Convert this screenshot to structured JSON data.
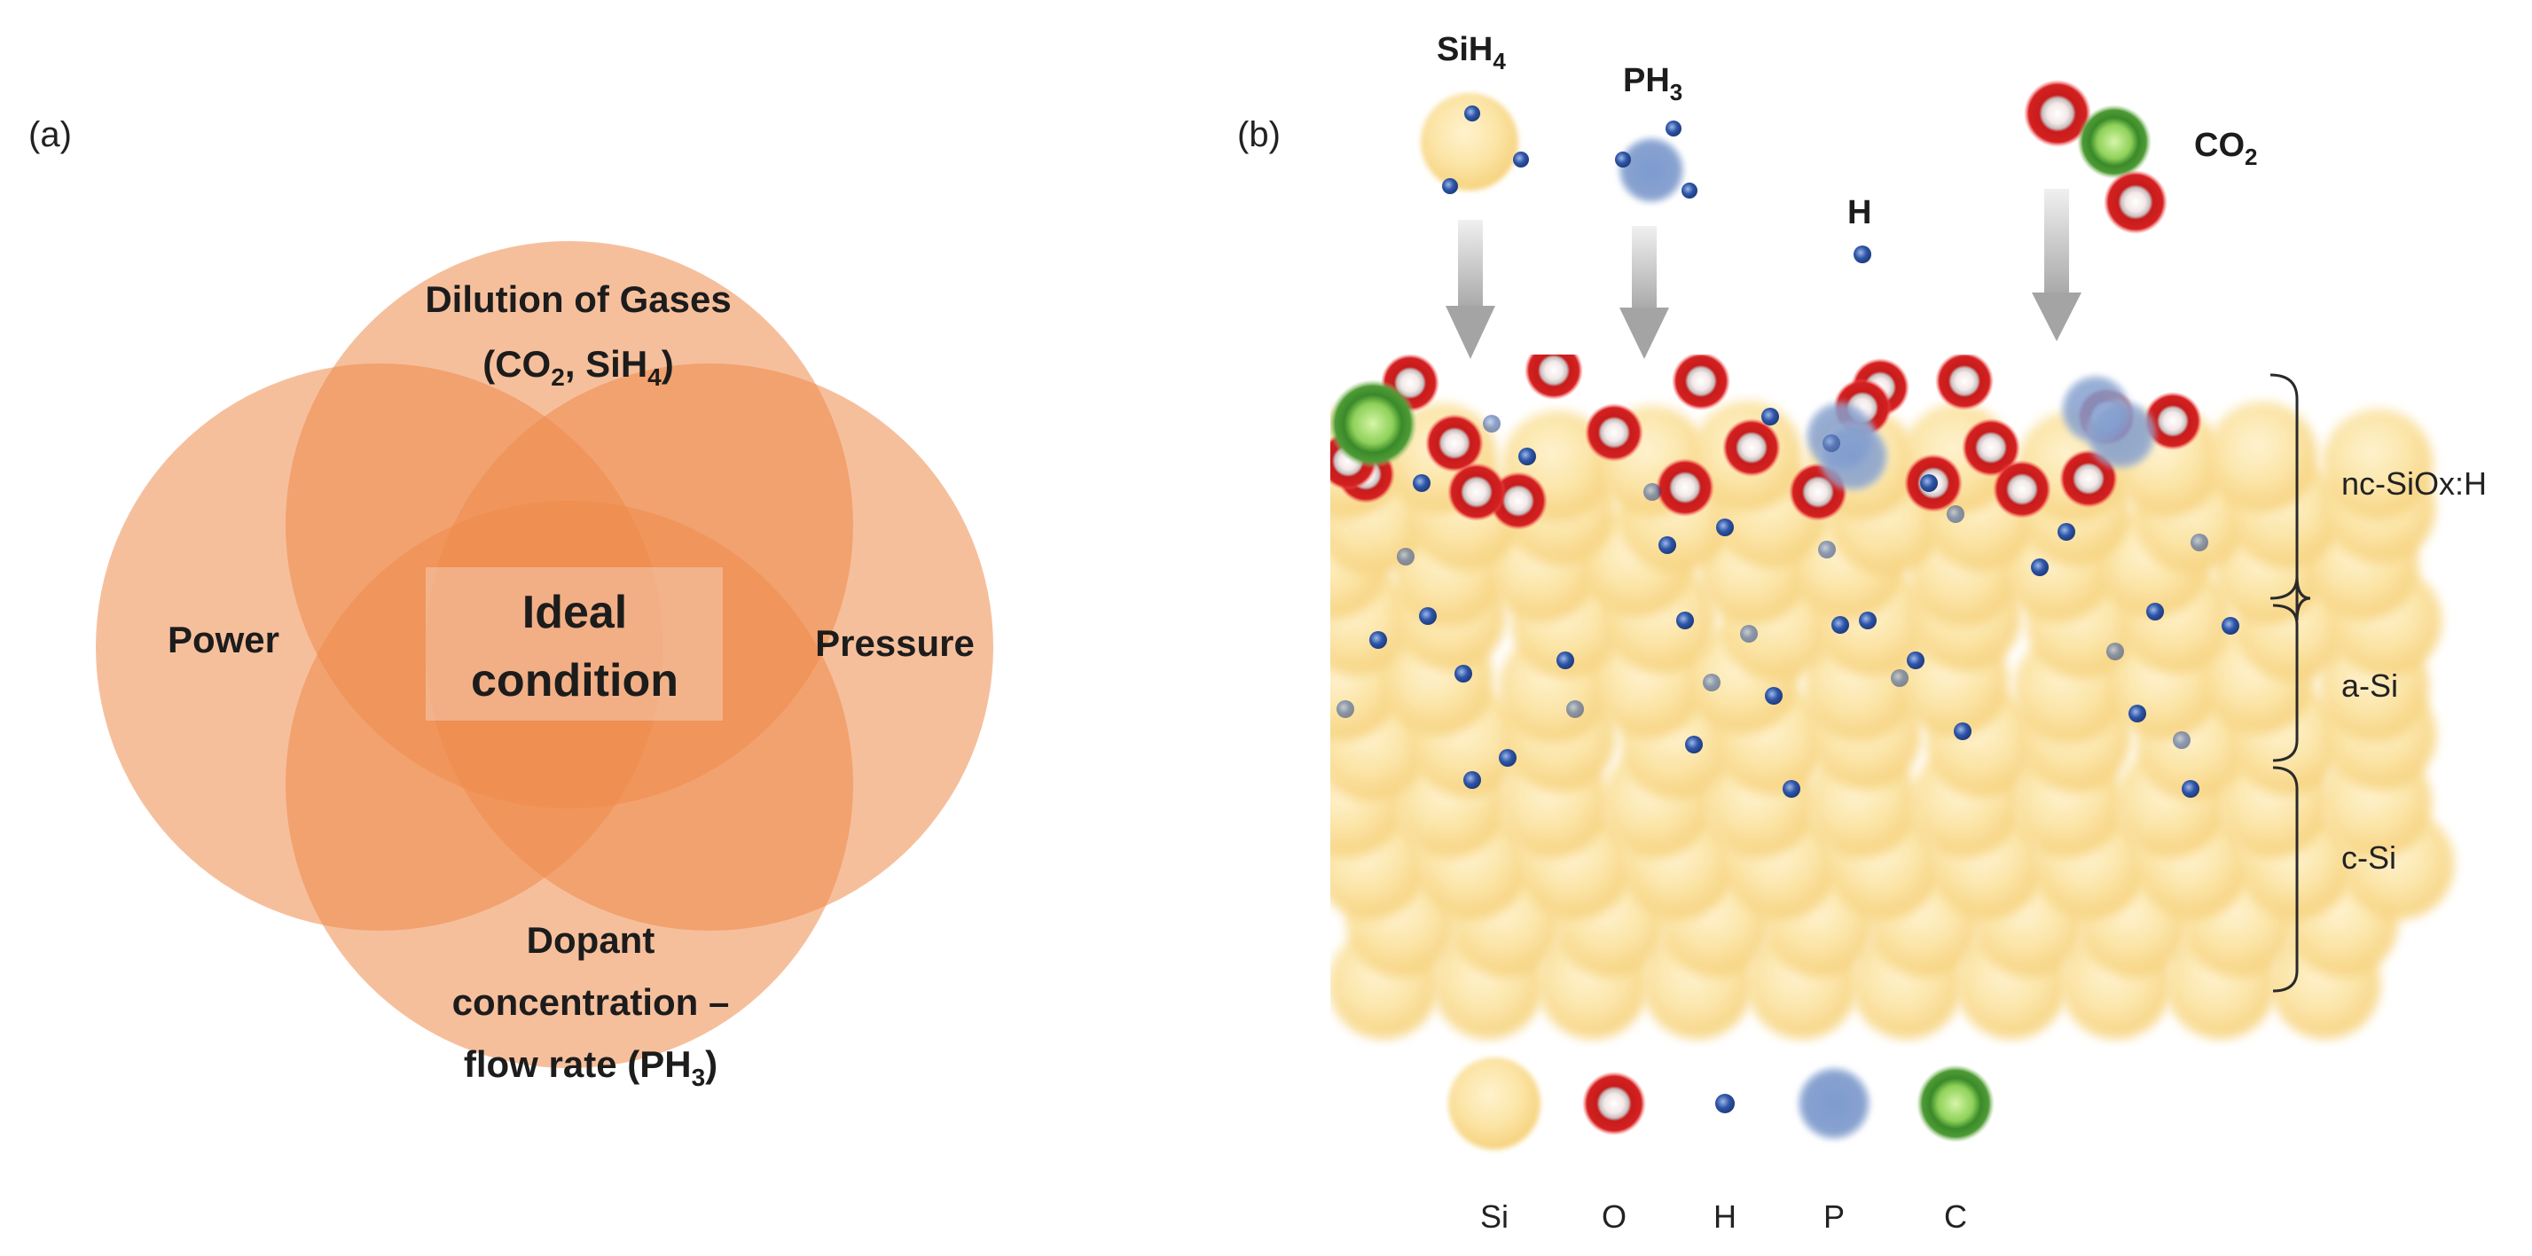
{
  "panel_a": {
    "label": "(a)",
    "top_line1": "Dilution of Gases",
    "top_line2_pre": "(CO",
    "top_line2_sub1": "2",
    "top_line2_mid": ", SiH",
    "top_line2_sub2": "4",
    "top_line2_post": ")",
    "left": "Power",
    "right": "Pressure",
    "bottom_line1": "Dopant",
    "bottom_line2": "concentration –",
    "bottom_line3_pre": "flow rate (PH",
    "bottom_line3_sub": "3",
    "bottom_line3_post": ")",
    "center_line1": "Ideal",
    "center_line2": "condition",
    "circle_color": "#ef8a4a"
  },
  "panel_b": {
    "label": "(b)",
    "sih4_main": "SiH",
    "sih4_sub": "4",
    "ph3_main": "PH",
    "ph3_sub": "3",
    "h_label": "H",
    "co2_main": "CO",
    "co2_sub": "2",
    "layers": [
      "nc-SiOx:H",
      "a-Si",
      "c-Si"
    ],
    "legend": [
      "Si",
      "O",
      "H",
      "P",
      "C"
    ],
    "colors": {
      "si": "#fbe2a0",
      "o": "#c81e1e",
      "h": "#2f56a8",
      "p": "#7f9ccc",
      "c": "#6fbf3f"
    }
  }
}
